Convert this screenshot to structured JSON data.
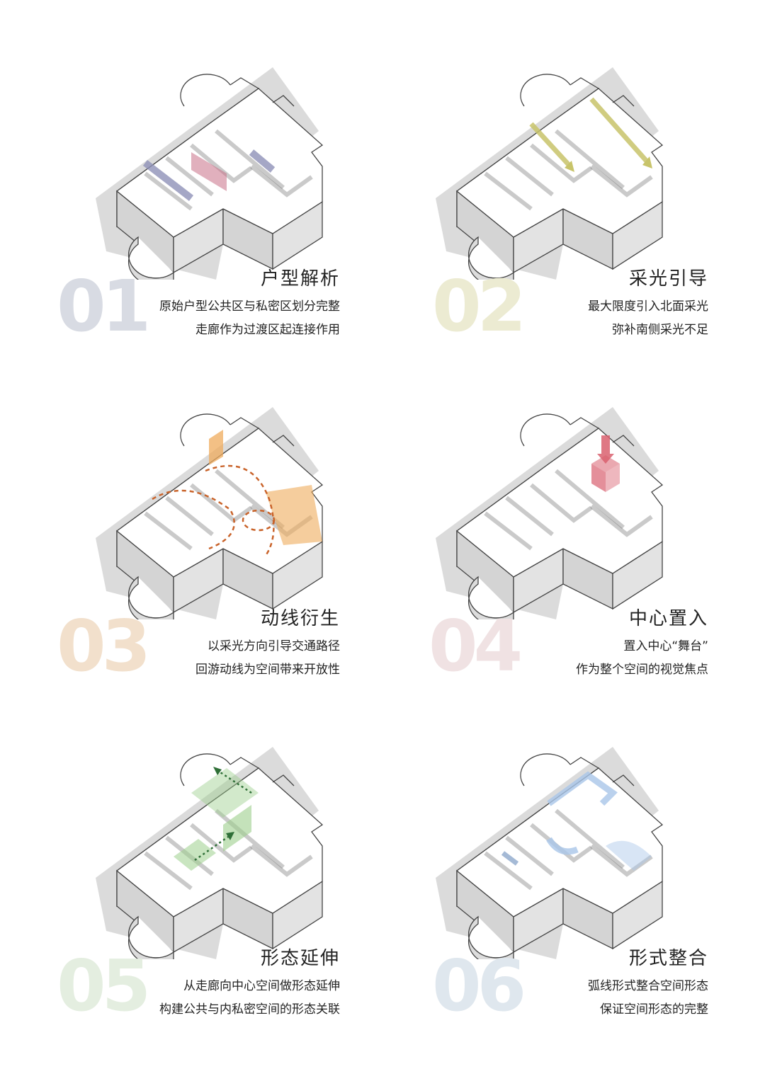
{
  "colors": {
    "wall": "#ffffff",
    "wall_side": "#d9d9d9",
    "wall_stroke": "#444444",
    "shadow": "#c8c8c8",
    "p1_accent": "#c86f86",
    "p1_wall": "#8f91b8",
    "p2_accent": "#c8c46a",
    "p3_accent": "#efab5c",
    "p3_route": "#c9632a",
    "p4_accent": "#d9606f",
    "p5_accent": "#9ccf8c",
    "p5_arrow": "#2f6f37",
    "p6_accent": "#a9c6e8"
  },
  "panels": [
    {
      "num": "01",
      "num_color": "#d8dbe3",
      "title": "户型解析",
      "lines": [
        "原始户型公共区与私密区划分完整",
        "走廊作为过渡区起连接作用"
      ]
    },
    {
      "num": "02",
      "num_color": "#ecebd2",
      "title": "采光引导",
      "lines": [
        "最大限度引入北面采光",
        "弥补南侧采光不足"
      ]
    },
    {
      "num": "03",
      "num_color": "#f2e0cc",
      "title": "动线衍生",
      "lines": [
        "以采光方向引导交通路径",
        "回游动线为空间带来开放性"
      ]
    },
    {
      "num": "04",
      "num_color": "#f0e2e3",
      "title": "中心置入",
      "lines": [
        "置入中心“舞台”",
        "作为整个空间的视觉焦点"
      ]
    },
    {
      "num": "05",
      "num_color": "#e4eee0",
      "title": "形态延伸",
      "lines": [
        "从走廊向中心空间做形态延伸",
        "构建公共与内私密空间的形态关联"
      ]
    },
    {
      "num": "06",
      "num_color": "#dfe7ee",
      "title": "形式整合",
      "lines": [
        "弧线形式整合空间形态",
        "保证空间形态的完整"
      ]
    }
  ]
}
